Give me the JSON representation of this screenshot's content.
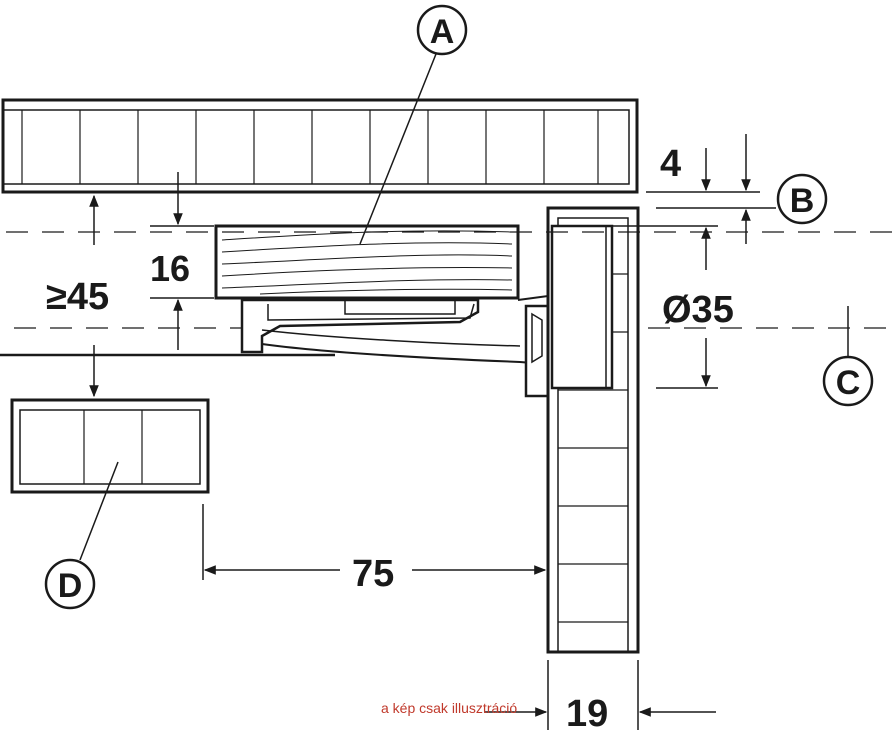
{
  "dimensions": {
    "top_gap": "4",
    "panel_thickness": "16",
    "min_clearance": "≥45",
    "cup_diameter": "Ø35",
    "horizontal_distance": "75",
    "door_thickness": "19"
  },
  "callouts": {
    "a": "A",
    "b": "B",
    "c": "C",
    "d": "D"
  },
  "note": "a kép csak illusztráció",
  "colors": {
    "line": "#1a1a1a",
    "fill_light": "#f2f2f2",
    "note": "#c0392b"
  }
}
